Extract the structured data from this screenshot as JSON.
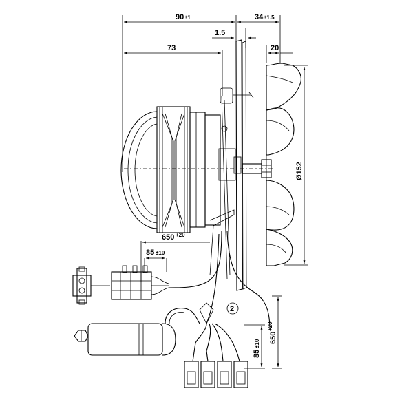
{
  "dimensions": {
    "overall_length": {
      "value": "90",
      "tolerance": "±1"
    },
    "flange_offset": {
      "value": "34",
      "tolerance": "±1.5"
    },
    "flange_thickness": {
      "value": "1.5"
    },
    "motor_length": {
      "value": "73"
    },
    "impeller_width": {
      "value": "20"
    },
    "impeller_diameter": {
      "value": "Ø152"
    },
    "cable_length_top": {
      "value": "650",
      "tolerance": "+20"
    },
    "strip_length_top": {
      "value": "85",
      "tolerance": "±10"
    },
    "cable_length_right": {
      "value": "650",
      "tolerance": "+20"
    },
    "strip_length_right": {
      "value": "85",
      "tolerance": "±10"
    }
  },
  "callouts": {
    "variant_marker": "2"
  }
}
